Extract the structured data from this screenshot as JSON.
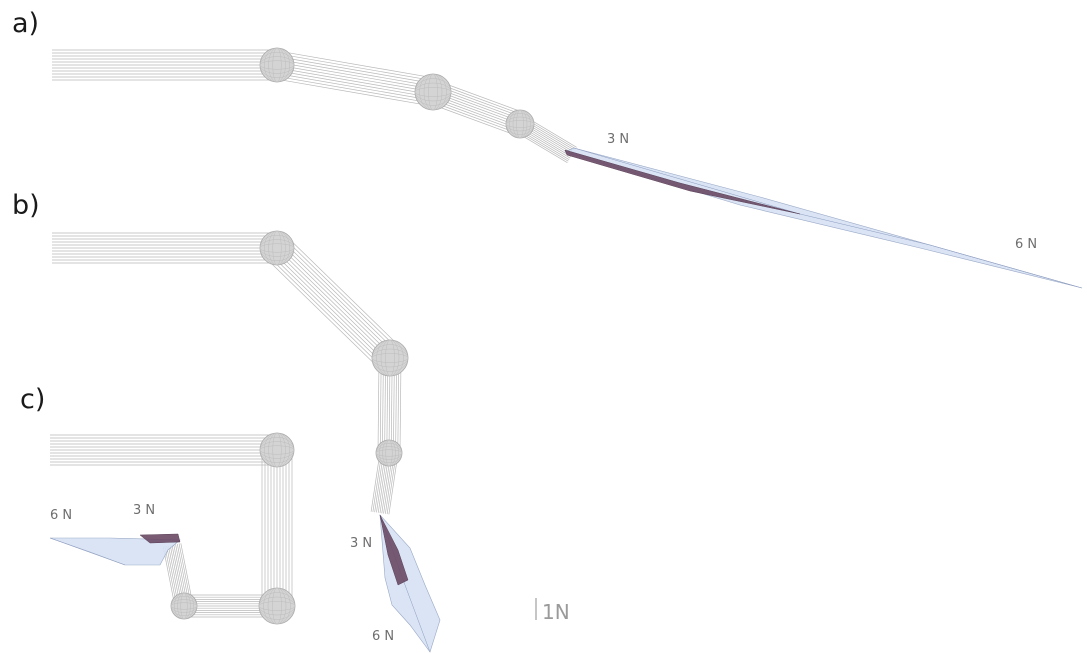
{
  "panels": [
    {
      "id": "a",
      "label": "a)",
      "force_labels": [
        "3 N",
        "6 N"
      ]
    },
    {
      "id": "b",
      "label": "b)",
      "force_labels": [
        "3 N",
        "6 N"
      ]
    },
    {
      "id": "c",
      "label": "c)",
      "force_labels": [
        "6 N",
        "3 N"
      ]
    }
  ],
  "scale_bar": {
    "label": "1N"
  },
  "colors": {
    "structure": "#bdbdbd",
    "joint": "#d4d4d4",
    "inner_polytope": "#6b4a66",
    "outer_polytope": "#d6e2f4"
  }
}
